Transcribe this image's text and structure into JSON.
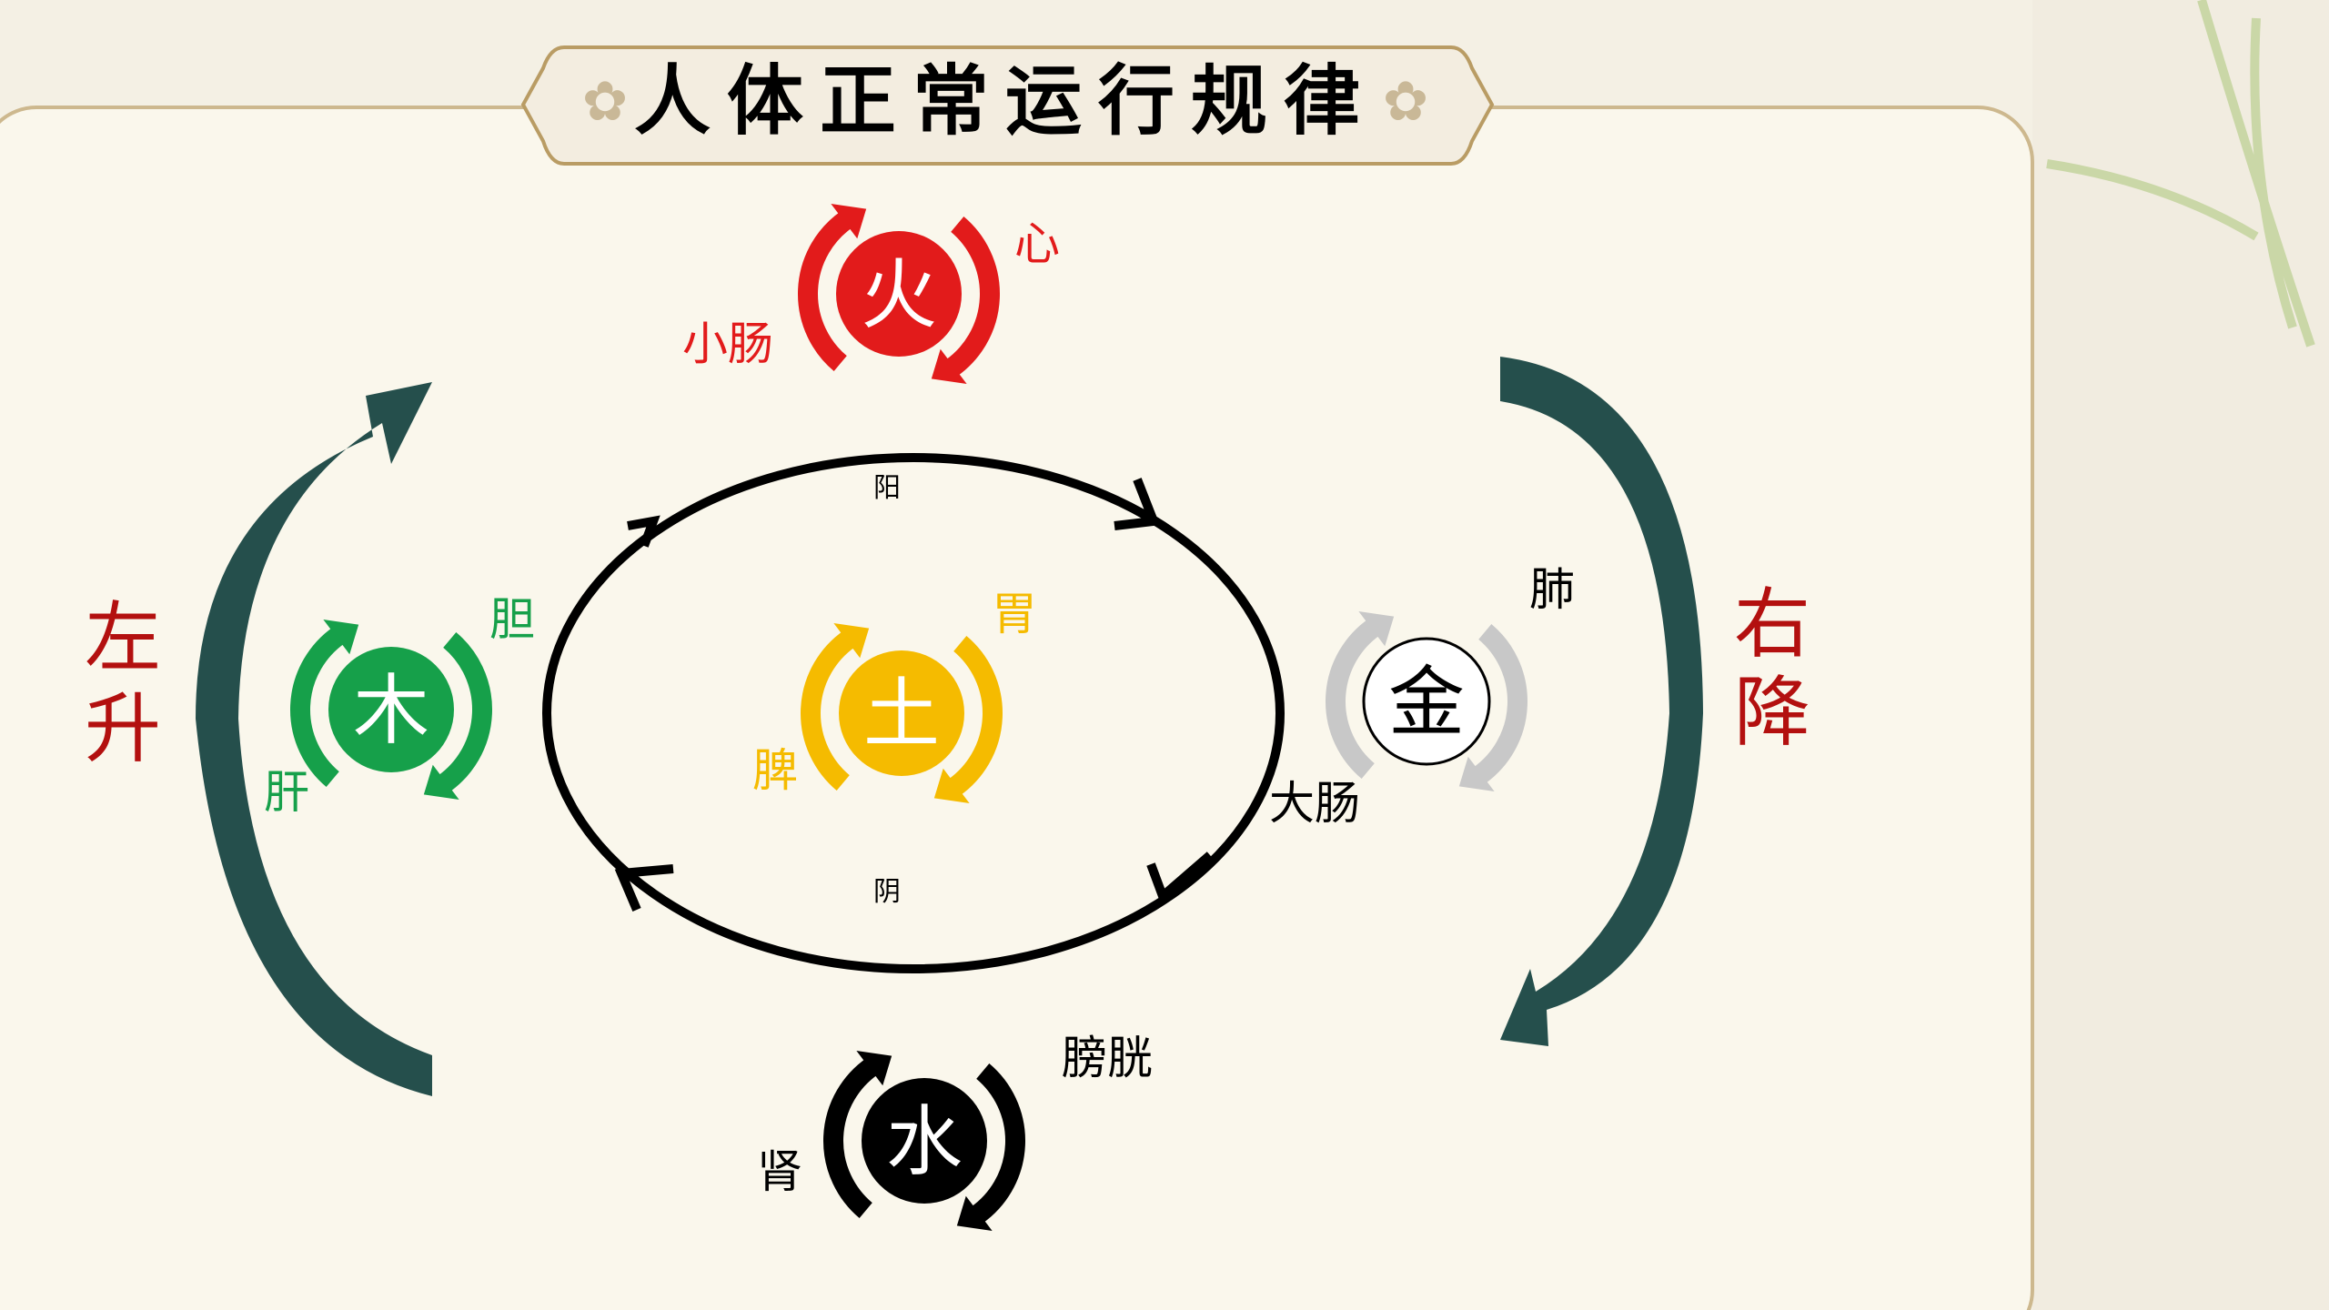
{
  "title": "人体正常运行规律",
  "left_label": [
    "左",
    "升"
  ],
  "right_label": [
    "右",
    "降"
  ],
  "cycle": {
    "top": "阳",
    "bottom": "阴"
  },
  "elements": [
    {
      "key": "fire",
      "char": "火",
      "color": "#e21b1b",
      "text_color": "#ffffff",
      "labels": [
        "心",
        "小肠"
      ]
    },
    {
      "key": "wood",
      "char": "木",
      "color": "#16a04a",
      "text_color": "#ffffff",
      "labels": [
        "胆",
        "肝"
      ]
    },
    {
      "key": "earth",
      "char": "土",
      "color": "#f5bb00",
      "text_color": "#ffffff",
      "labels": [
        "胃",
        "脾"
      ]
    },
    {
      "key": "metal",
      "char": "金",
      "color": "#ffffff",
      "text_color": "#000000",
      "labels": [
        "肺",
        "大肠"
      ]
    },
    {
      "key": "water",
      "char": "水",
      "color": "#000000",
      "text_color": "#ffffff",
      "labels": [
        "膀胱",
        "肾"
      ]
    }
  ],
  "colors": {
    "big_arrow": "#254f4c",
    "side_label": "#b3100f",
    "metal_arrow": "#c8c8c8"
  }
}
